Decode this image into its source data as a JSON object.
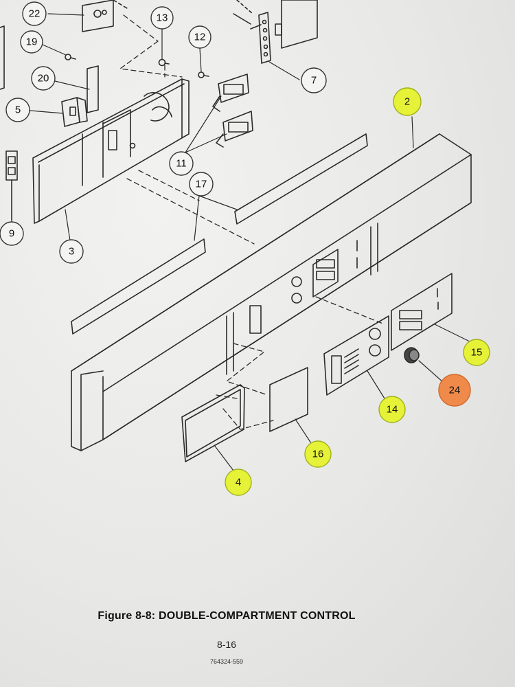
{
  "figure": {
    "caption": "Figure 8-8: DOUBLE-COMPARTMENT CONTROL",
    "page_number": "8-16",
    "document_number": "764324-559"
  },
  "colors": {
    "line": "#2a2a2a",
    "highlight_yellow": "#e6f238",
    "highlight_orange": "#f08a4b"
  },
  "callouts": [
    {
      "id": "22",
      "label": "22",
      "highlight": "none"
    },
    {
      "id": "13",
      "label": "13",
      "highlight": "none"
    },
    {
      "id": "19",
      "label": "19",
      "highlight": "none"
    },
    {
      "id": "12",
      "label": "12",
      "highlight": "none"
    },
    {
      "id": "20",
      "label": "20",
      "highlight": "none"
    },
    {
      "id": "7",
      "label": "7",
      "highlight": "none"
    },
    {
      "id": "5",
      "label": "5",
      "highlight": "none"
    },
    {
      "id": "2",
      "label": "2",
      "highlight": "yellow"
    },
    {
      "id": "11",
      "label": "11",
      "highlight": "none"
    },
    {
      "id": "17",
      "label": "17",
      "highlight": "none"
    },
    {
      "id": "9",
      "label": "9",
      "highlight": "none"
    },
    {
      "id": "3",
      "label": "3",
      "highlight": "none"
    },
    {
      "id": "15",
      "label": "15",
      "highlight": "yellow"
    },
    {
      "id": "24",
      "label": "24",
      "highlight": "orange"
    },
    {
      "id": "14",
      "label": "14",
      "highlight": "yellow"
    },
    {
      "id": "16",
      "label": "16",
      "highlight": "yellow"
    },
    {
      "id": "4",
      "label": "4",
      "highlight": "yellow"
    }
  ]
}
